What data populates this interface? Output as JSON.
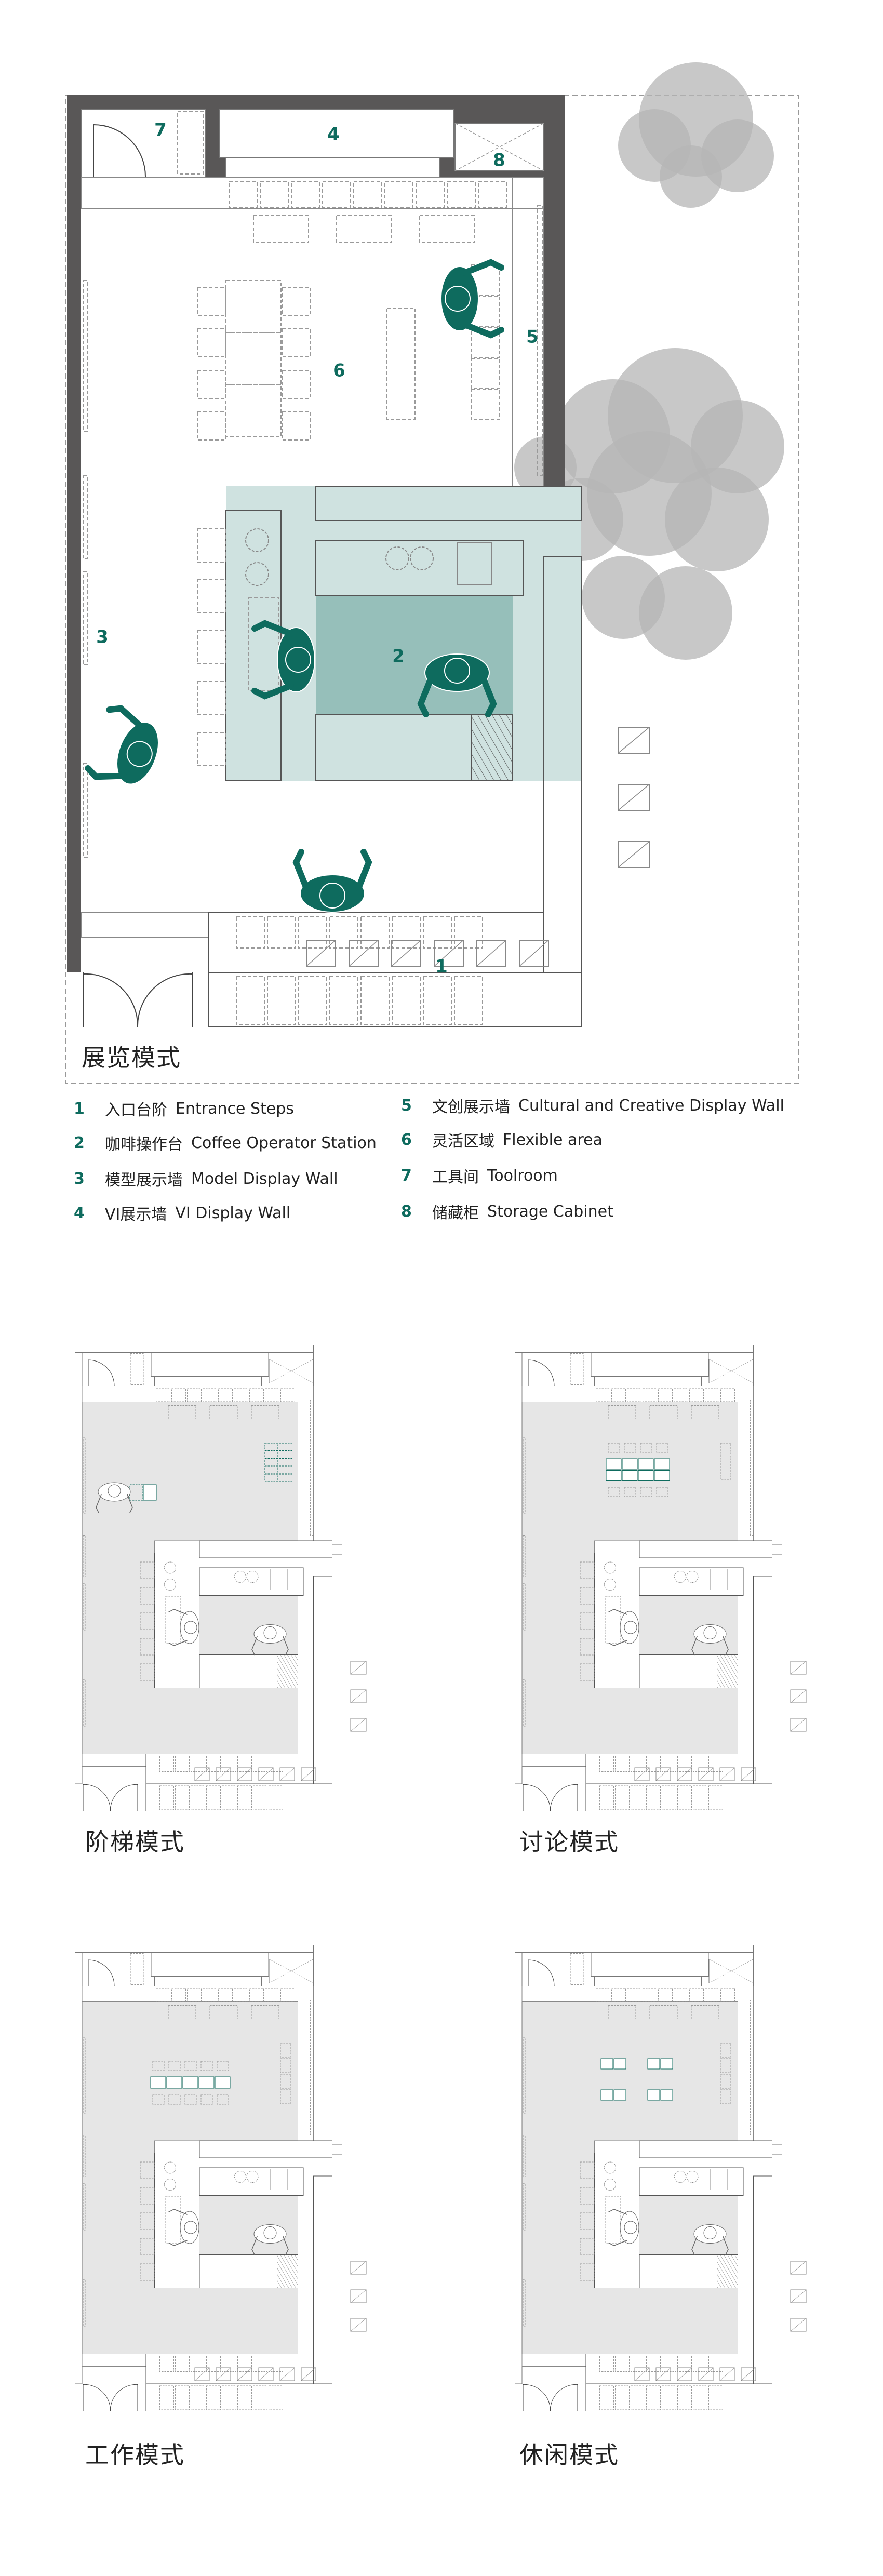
{
  "main_plan": {
    "title": "展览模式",
    "area_numbers": [
      "1",
      "2",
      "3",
      "4",
      "5",
      "6",
      "7",
      "8"
    ]
  },
  "legend": [
    {
      "num": "1",
      "cn": "入口台阶",
      "en": "Entrance Steps"
    },
    {
      "num": "2",
      "cn": "咖啡操作台",
      "en": "Coffee Operator Station"
    },
    {
      "num": "3",
      "cn": "模型展示墙",
      "en": "Model Display Wall"
    },
    {
      "num": "4",
      "cn": "VI展示墙",
      "en": "VI Display Wall"
    },
    {
      "num": "5",
      "cn": "文创展示墙",
      "en": "Cultural and Creative Display Wall"
    },
    {
      "num": "6",
      "cn": "灵活区域",
      "en": "Flexible area"
    },
    {
      "num": "7",
      "cn": "工具间",
      "en": "Toolroom"
    },
    {
      "num": "8",
      "cn": "储藏柜",
      "en": "Storage Cabinet"
    }
  ],
  "small_plans": [
    {
      "id": "stair",
      "title": "阶梯模式"
    },
    {
      "id": "discussion",
      "title": "讨论模式"
    },
    {
      "id": "work",
      "title": "工作模式"
    },
    {
      "id": "leisure",
      "title": "休闲模式"
    }
  ],
  "colors": {
    "accent": "#0e6b5e",
    "wall": "#595757",
    "teal_light": "#cfe2e0",
    "teal_dark": "#96bfba",
    "floor": "#e6e6e6",
    "tree": "#b5b5b5"
  }
}
